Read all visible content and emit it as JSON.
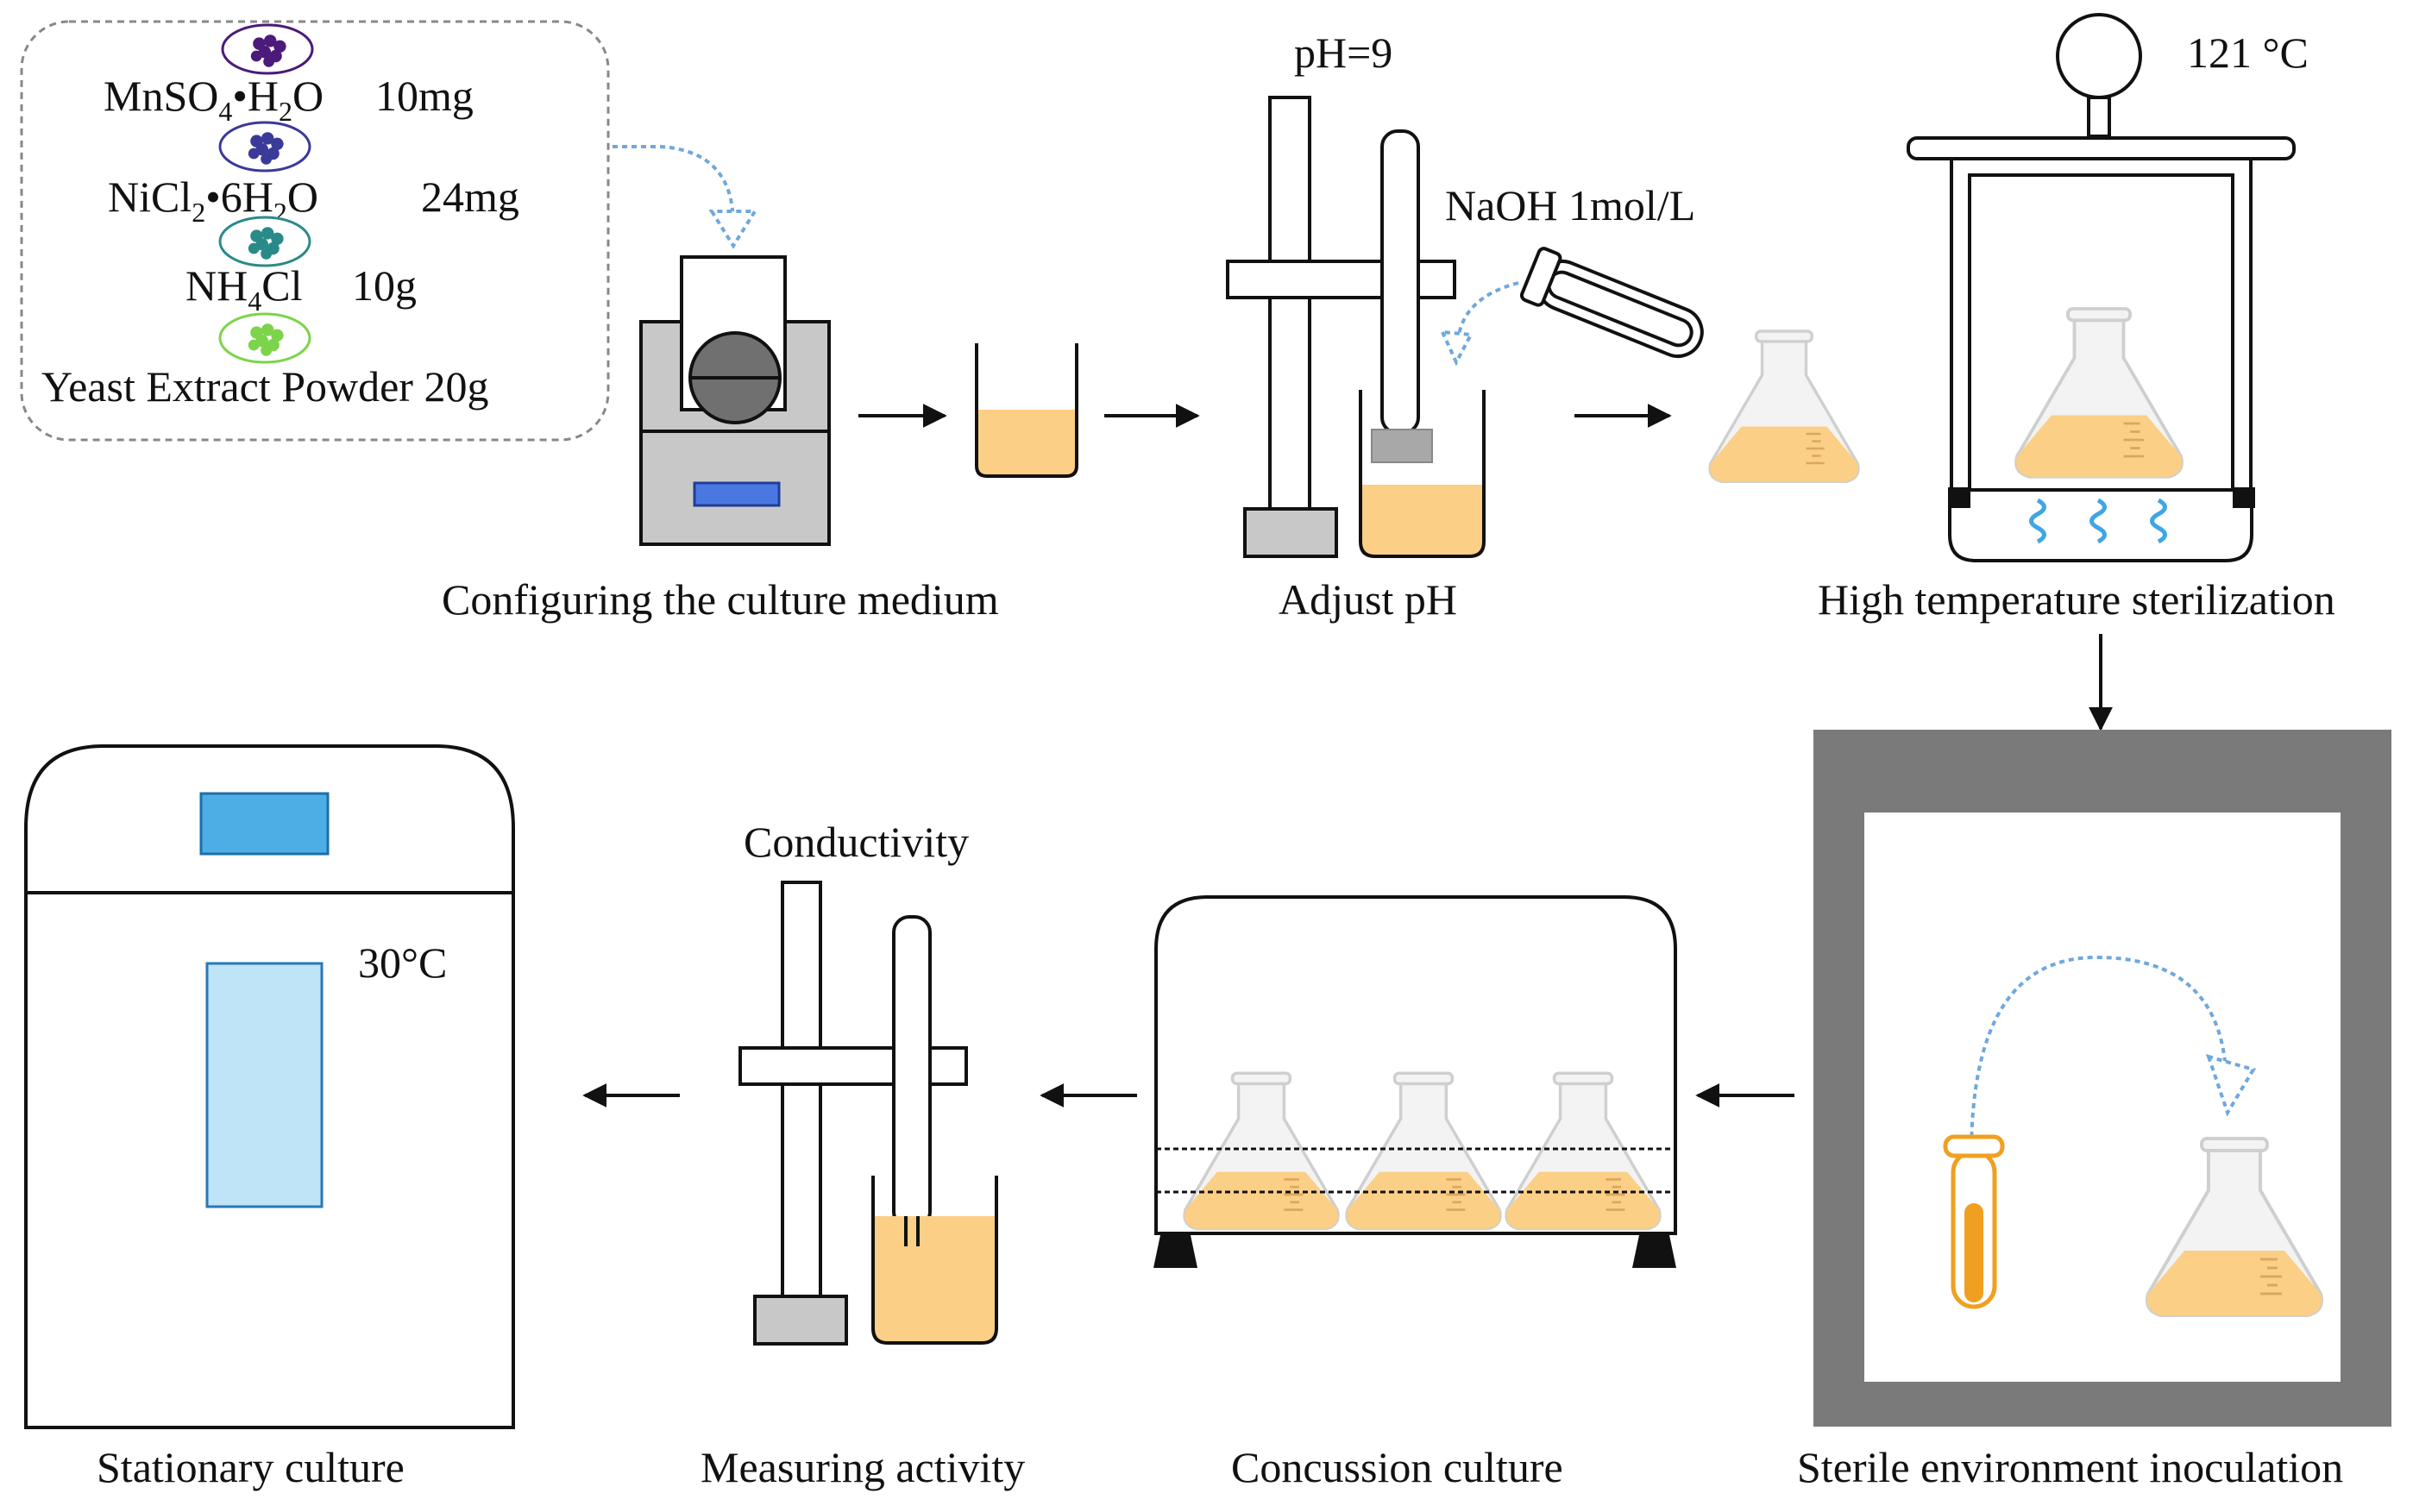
{
  "ingredients": {
    "mn": {
      "main": "MnSO",
      "s1": "4",
      "mid": "•H",
      "s2": "2",
      "end": "O",
      "amount": "10mg"
    },
    "ni": {
      "main": "NiCl",
      "s1": "2",
      "mid": "•6H",
      "s2": "2",
      "end": "O",
      "amount": "24mg"
    },
    "nh": {
      "main": "NH",
      "s1": "4",
      "end": "Cl",
      "amount": "10g"
    },
    "yeast": {
      "text": "Yeast Extract Powder 20g"
    }
  },
  "labels": {
    "configure": "Configuring the culture medium",
    "adjust_ph": "Adjust pH",
    "ph_value": "pH=9",
    "naoh": "NaOH  1mol/L",
    "sterilize": "High temperature sterilization",
    "sterilize_temp": "121 °C",
    "inoculation": "Sterile environment inoculation",
    "concussion": "Concussion culture",
    "measuring": "Measuring activity",
    "conductivity": "Conductivity",
    "stationary": "Stationary culture",
    "incubator_temp": "30°C"
  },
  "colors": {
    "medium": "#FBCF85",
    "mn_grapes": "#4B1A7A",
    "ni_grapes": "#3A3A9A",
    "nh_grapes": "#2A8A8A",
    "yeast_grapes": "#7CD44A",
    "tube_orange": "#F0A020",
    "screen_blue": "#4DAEE6",
    "window_blue": "#BFE3F7",
    "wave_blue": "#3FA6E6"
  }
}
